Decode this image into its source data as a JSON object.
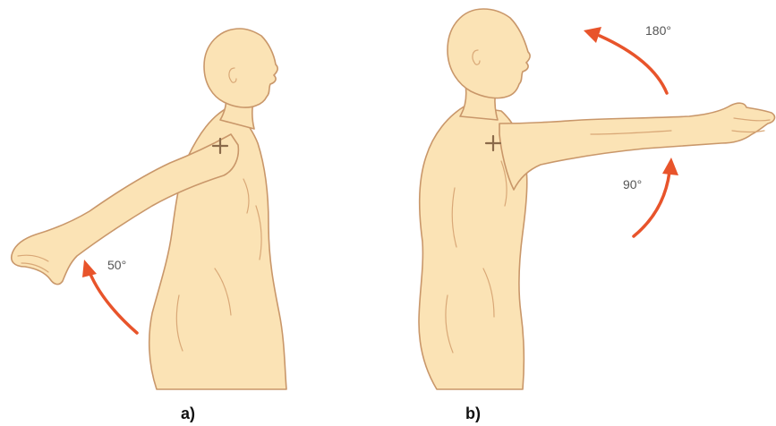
{
  "panels": [
    {
      "label": "a)",
      "angle": "50°"
    },
    {
      "label": "b)",
      "angles": [
        "180°",
        "90°"
      ]
    }
  ],
  "colors": {
    "skin": "#fbe3b5",
    "outline": "#c9976a",
    "arrow": "#e8542b"
  }
}
